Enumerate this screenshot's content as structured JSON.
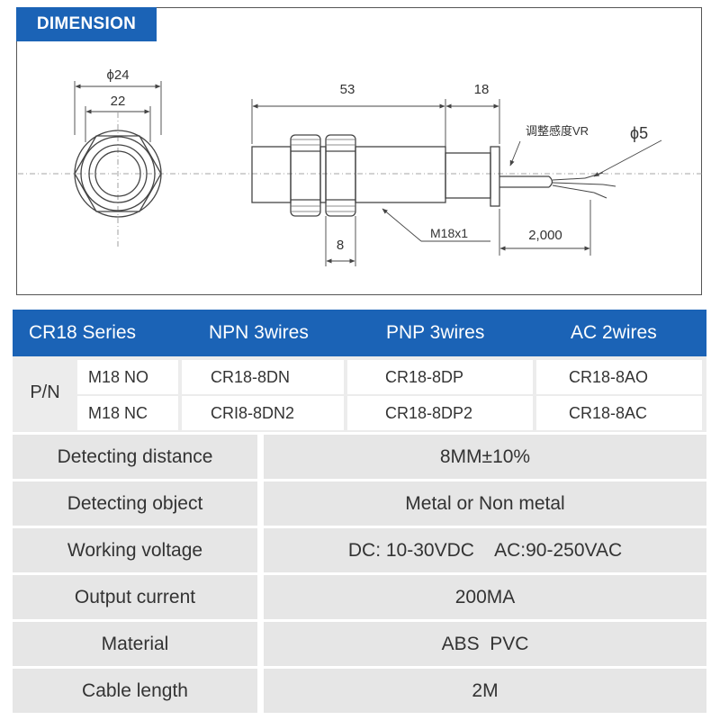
{
  "dimension": {
    "title": "DIMENSION",
    "labels": {
      "phi24": "ϕ24",
      "d22": "22",
      "d53": "53",
      "d18": "18",
      "vr": "调整感度VR",
      "phi5": "ϕ5",
      "d8": "8",
      "thread": "M18x1",
      "cable": "2,000"
    }
  },
  "pn_table": {
    "headers": [
      "CR18 Series",
      "NPN 3wires",
      "PNP 3wires",
      "AC 2wires"
    ],
    "label": "P/N",
    "rows": [
      {
        "type": "M18  NO",
        "npn": "CR18-8DN",
        "pnp": "CR18-8DP",
        "ac": "CR18-8AO"
      },
      {
        "type": "M18  NC",
        "npn": "CRI8-8DN2",
        "pnp": "CR18-8DP2",
        "ac": "CR18-8AC"
      }
    ]
  },
  "specs": [
    {
      "label": "Detecting distance",
      "value": "8MM±10%"
    },
    {
      "label": "Detecting object",
      "value": "Metal or Non metal"
    },
    {
      "label": "Working voltage",
      "value": "DC: 10-30VDC    AC:90-250VAC"
    },
    {
      "label": "Output current",
      "value": "200MA"
    },
    {
      "label": "Material",
      "value": "ABS  PVC"
    },
    {
      "label": "Cable length",
      "value": "2M"
    }
  ],
  "colors": {
    "accent": "#1b63b6",
    "row_bg": "#e6e6e6",
    "line": "#444444"
  }
}
